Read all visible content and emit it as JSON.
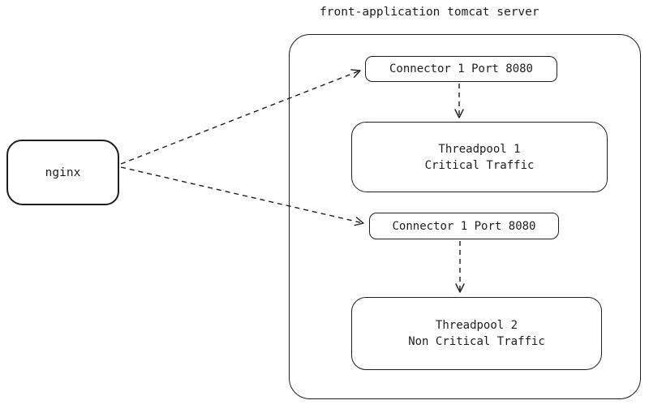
{
  "colors": {
    "stroke": "#1e1e1e",
    "background": "#ffffff"
  },
  "diagram": {
    "title": "front-application tomcat server",
    "nodes": {
      "nginx": {
        "label": "nginx"
      },
      "tomcat_container": {
        "label": "front-application tomcat server"
      },
      "connector_1": {
        "label": "Connector 1 Port 8080"
      },
      "threadpool_1": {
        "line1": "Threadpool 1",
        "line2": "Critical Traffic"
      },
      "connector_2": {
        "label": "Connector 1 Port 8080"
      },
      "threadpool_2": {
        "line1": "Threadpool 2",
        "line2": "Non Critical Traffic"
      }
    },
    "edges": [
      {
        "from": "nginx",
        "to": "connector_1",
        "style": "dashed-arrow"
      },
      {
        "from": "nginx",
        "to": "connector_2",
        "style": "dashed-arrow"
      },
      {
        "from": "connector_1",
        "to": "threadpool_1",
        "style": "dashed-arrow"
      },
      {
        "from": "connector_2",
        "to": "threadpool_2",
        "style": "dashed-arrow"
      }
    ]
  }
}
